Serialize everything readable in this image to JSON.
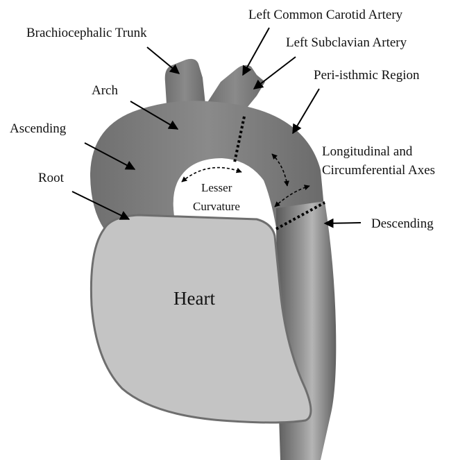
{
  "labels": {
    "brachiocephalic": "Brachiocephalic Trunk",
    "left_common_carotid": "Left Common Carotid Artery",
    "left_subclavian": "Left Subclavian Artery",
    "peri_isthmic": "Peri-isthmic Region",
    "arch": "Arch",
    "ascending": "Ascending",
    "root": "Root",
    "axes_line1": "Longitudinal and",
    "axes_line2": "Circumferential Axes",
    "lesser_line1": "Lesser",
    "lesser_line2": "Curvature",
    "descending": "Descending",
    "heart": "Heart"
  },
  "colors": {
    "aorta": "#7d7d7d",
    "aorta_dark": "#5e5e5e",
    "heart_fill": "#c4c4c4",
    "heart_stroke": "#6e6e6e",
    "background": "#ffffff"
  }
}
